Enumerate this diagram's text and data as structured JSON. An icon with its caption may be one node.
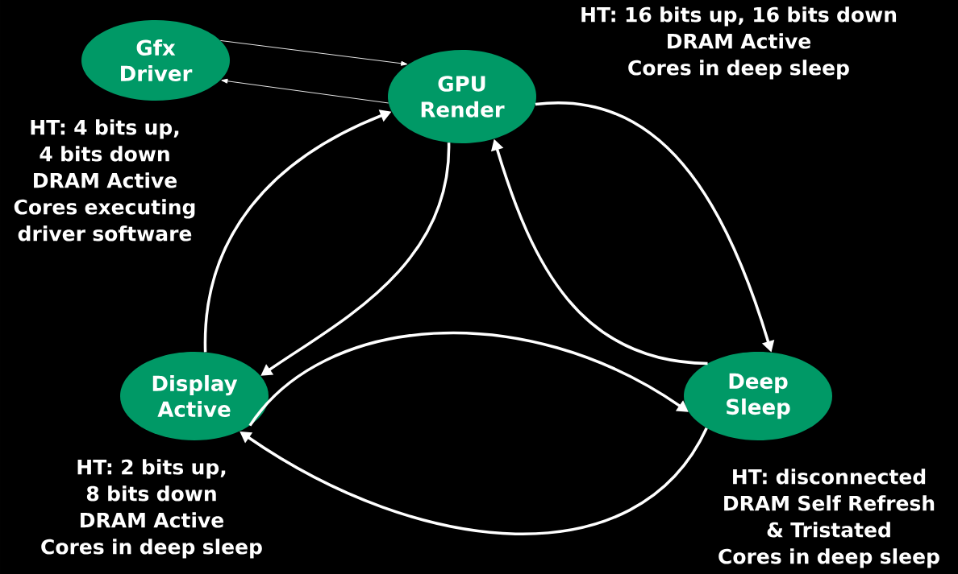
{
  "diagram": {
    "nodes": [
      {
        "text": [
          "Gfx Driver"
        ],
        "beside": [
          "HT: 4 bits up, 4 bits down",
          "DRAM Active",
          "Cores executing driver software"
        ]
      },
      {
        "text": [
          "GPU Render"
        ],
        "beside": [
          "HT: 16 bits up, 16 bits down",
          "DRAM Active",
          "Cores in deep sleep"
        ]
      },
      {
        "text": [
          "Display Active"
        ],
        "beside": [
          "HT: 2 bits up, 8 bits down",
          "DRAM Active",
          "Cores in deep sleep"
        ]
      },
      {
        "text": [
          "Deep Sleep"
        ],
        "beside": [
          "HT: disconnected",
          "DRAM Self Refresh & Tristated",
          "Cores in deep sleep"
        ]
      }
    ],
    "edges": [
      {
        "from": 0,
        "to": 1,
        "arrow": "to"
      },
      {
        "from": 1,
        "to": 0,
        "arrow": "to"
      },
      {
        "from": 2,
        "to": 1,
        "arrow": "to"
      },
      {
        "from": 1,
        "to": 2,
        "arrow": "to"
      },
      {
        "from": 1,
        "to": 3,
        "arrow": "to"
      },
      {
        "from": 3,
        "to": 1,
        "arrow": "to"
      },
      {
        "from": 2,
        "to": 3,
        "arrow": "to"
      },
      {
        "from": 3,
        "to": 2,
        "arrow": "to"
      }
    ]
  }
}
